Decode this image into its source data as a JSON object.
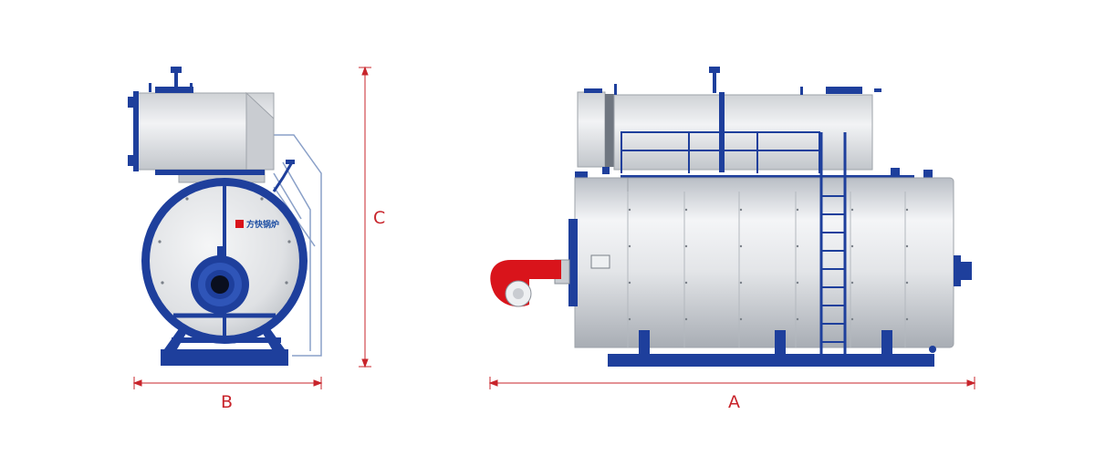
{
  "dimensions": {
    "length_label": "A",
    "width_label": "B",
    "height_label": "C"
  },
  "brand": {
    "name": "方快锅炉"
  },
  "colors": {
    "dimension_line": "#c8242b",
    "frame_blue": "#1e3f9c",
    "shell_silver": "#d9dce0",
    "burner_red": "#d9141b"
  }
}
